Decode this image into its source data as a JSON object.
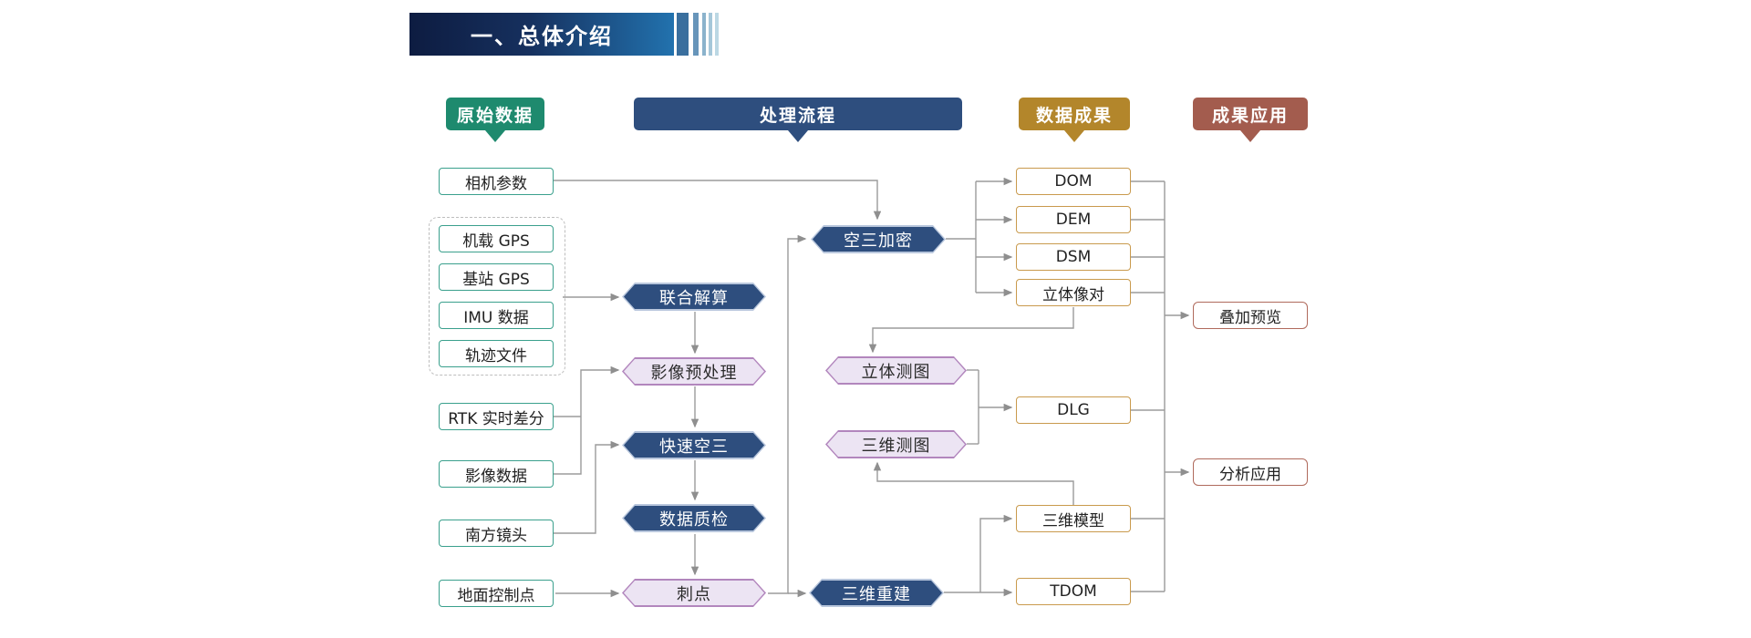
{
  "banner": {
    "title": "一、总体介绍"
  },
  "headers": {
    "raw_data": "原始数据",
    "process": "处理流程",
    "results": "数据成果",
    "application": "成果应用"
  },
  "raw_data": {
    "camera_params": "相机参数",
    "gps_group": [
      "机载 GPS",
      "基站 GPS",
      "IMU 数据",
      "轨迹文件"
    ],
    "rtk": "RTK 实时差分",
    "image_data": "影像数据",
    "south_lens": "南方镜头",
    "gcp": "地面控制点"
  },
  "process": {
    "joint_solution": "联合解算",
    "image_preprocess": "影像预处理",
    "fast_at": "快速空三",
    "quality_check": "数据质检",
    "point_prick": "刺点",
    "at_densify": "空三加密",
    "stereo_mapping": "立体测图",
    "mapping_3d": "三维测图",
    "reconstruction_3d": "三维重建"
  },
  "results": {
    "dom": "DOM",
    "dem": "DEM",
    "dsm": "DSM",
    "stereo_pair": "立体像对",
    "dlg": "DLG",
    "model_3d": "三维模型",
    "tdom": "TDOM"
  },
  "application": {
    "overlay_preview": "叠加预览",
    "analysis_app": "分析应用"
  },
  "edges": [
    {
      "from": "相机参数",
      "to": "空三加密"
    },
    {
      "from": "机载 GPS/基站 GPS/IMU 数据/轨迹文件",
      "to": "联合解算"
    },
    {
      "from": "联合解算",
      "to": "影像预处理"
    },
    {
      "from": "RTK 实时差分",
      "to": "影像预处理"
    },
    {
      "from": "影像数据",
      "to": "影像预处理"
    },
    {
      "from": "影像预处理",
      "to": "快速空三"
    },
    {
      "from": "南方镜头",
      "to": "快速空三"
    },
    {
      "from": "快速空三",
      "to": "数据质检"
    },
    {
      "from": "数据质检",
      "to": "刺点"
    },
    {
      "from": "地面控制点",
      "to": "刺点"
    },
    {
      "from": "刺点",
      "to": "空三加密"
    },
    {
      "from": "刺点",
      "to": "三维重建"
    },
    {
      "from": "空三加密",
      "to": "DOM"
    },
    {
      "from": "空三加密",
      "to": "DEM"
    },
    {
      "from": "空三加密",
      "to": "DSM"
    },
    {
      "from": "空三加密",
      "to": "立体像对"
    },
    {
      "from": "立体像对",
      "to": "立体测图"
    },
    {
      "from": "立体测图",
      "to": "DLG"
    },
    {
      "from": "三维测图",
      "to": "DLG"
    },
    {
      "from": "三维模型",
      "to": "三维测图"
    },
    {
      "from": "三维重建",
      "to": "三维模型"
    },
    {
      "from": "三维重建",
      "to": "TDOM"
    },
    {
      "from": "DOM/DEM/DSM/立体像对",
      "to": "叠加预览"
    },
    {
      "from": "DLG/三维模型/TDOM",
      "to": "分析应用"
    }
  ],
  "colors": {
    "banner_dark": "#0d1c41",
    "banner_blue": "#2272ae",
    "header_green": "#1e8a6e",
    "header_navy": "#2e4e7e",
    "header_gold": "#b3862b",
    "header_brick": "#a35c4e",
    "box_teal_border": "#3aa08d",
    "result_gold_border": "#c99a4d",
    "app_brick_border": "#b06a5c",
    "hex_navy": "#2e4e7e",
    "hex_lavender_fill": "#ece4f3",
    "hex_lavender_border": "#b286bd",
    "connector_gray": "#9b9b9b"
  }
}
